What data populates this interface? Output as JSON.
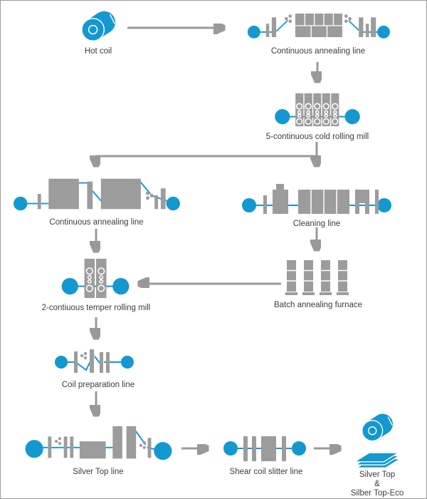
{
  "colors": {
    "accent": "#1398d0",
    "equipment": "#9c9c9c",
    "arrow": "#999999",
    "text": "#3d3d3d",
    "background": "#ffffff",
    "border": "#9a9a9a"
  },
  "nodes": {
    "hot_coil": {
      "label": "Hot coil",
      "icon": "coil-icon"
    },
    "cal_top": {
      "label": "Continuous annealing line",
      "icon": "annealing-line-icon"
    },
    "cold_mill": {
      "label": "5-continuous cold rolling mill",
      "icon": "rolling-mill-icon"
    },
    "cal_left": {
      "label": "Continuous annealing line",
      "icon": "annealing-line-icon"
    },
    "cleaning": {
      "label": "Cleaning line",
      "icon": "cleaning-line-icon"
    },
    "temper_mill": {
      "label": "2-contiuous temper rolling mill",
      "icon": "temper-mill-icon"
    },
    "batch_furnace": {
      "label": "Batch annealing furnace",
      "icon": "furnace-icon"
    },
    "coil_prep": {
      "label": "Coil preparation line",
      "icon": "coil-prep-icon"
    },
    "silver_top": {
      "label": "Silver Top line",
      "icon": "silver-top-line-icon"
    },
    "shear_slitter": {
      "label": "Shear coil slitter line",
      "icon": "slitter-line-icon"
    },
    "products": {
      "label_line1": "Silver Top",
      "label_line2": "&",
      "label_line3": "Silber Top-Eco",
      "icons": [
        "coil-icon",
        "sheets-icon"
      ]
    }
  },
  "edges": [
    {
      "from": "hot_coil",
      "to": "cal_top"
    },
    {
      "from": "cal_top",
      "to": "cold_mill"
    },
    {
      "from": "cold_mill",
      "to": "cal_left"
    },
    {
      "from": "cold_mill",
      "to": "cleaning"
    },
    {
      "from": "cal_left",
      "to": "temper_mill"
    },
    {
      "from": "cleaning",
      "to": "batch_furnace"
    },
    {
      "from": "batch_furnace",
      "to": "temper_mill"
    },
    {
      "from": "temper_mill",
      "to": "coil_prep"
    },
    {
      "from": "coil_prep",
      "to": "silver_top"
    },
    {
      "from": "silver_top",
      "to": "shear_slitter"
    },
    {
      "from": "shear_slitter",
      "to": "products"
    }
  ]
}
